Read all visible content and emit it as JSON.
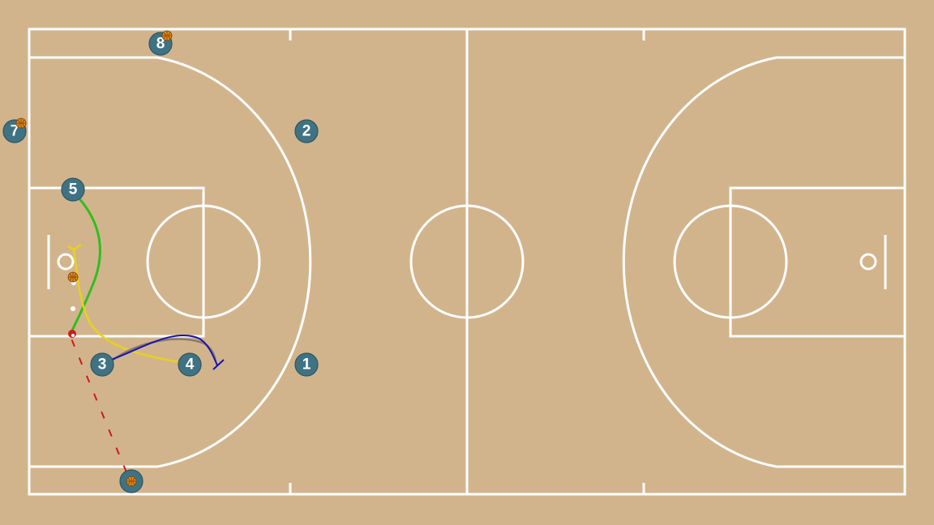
{
  "court": {
    "floor_color": "#d2b48c",
    "line_color": "#ffffff"
  },
  "players": [
    {
      "id": "p1",
      "number": "1",
      "has_ball": false
    },
    {
      "id": "p2",
      "number": "2",
      "has_ball": false
    },
    {
      "id": "p3",
      "number": "3",
      "has_ball": false
    },
    {
      "id": "p4",
      "number": "4",
      "has_ball": false
    },
    {
      "id": "p5",
      "number": "5",
      "has_ball": false
    },
    {
      "id": "p6",
      "number": "",
      "has_ball": true
    },
    {
      "id": "p7",
      "number": "7",
      "has_ball": true
    },
    {
      "id": "p8",
      "number": "8",
      "has_ball": true
    }
  ],
  "paths": [
    {
      "id": "player-5-cut",
      "color": "#2fbf1f",
      "style": "solid",
      "from": "5"
    },
    {
      "id": "player-4-cut",
      "color": "#e6d21c",
      "style": "solid",
      "from": "4"
    },
    {
      "id": "player-3-screen",
      "color": "#1414b4",
      "style": "screen",
      "from": "3"
    },
    {
      "id": "player-3-drive",
      "color": "#8c7a6a",
      "style": "solid",
      "from": "3"
    },
    {
      "id": "pass-line",
      "color": "#cc1b1b",
      "style": "dashed",
      "from": ""
    }
  ],
  "ball_color": "#e08a1e"
}
